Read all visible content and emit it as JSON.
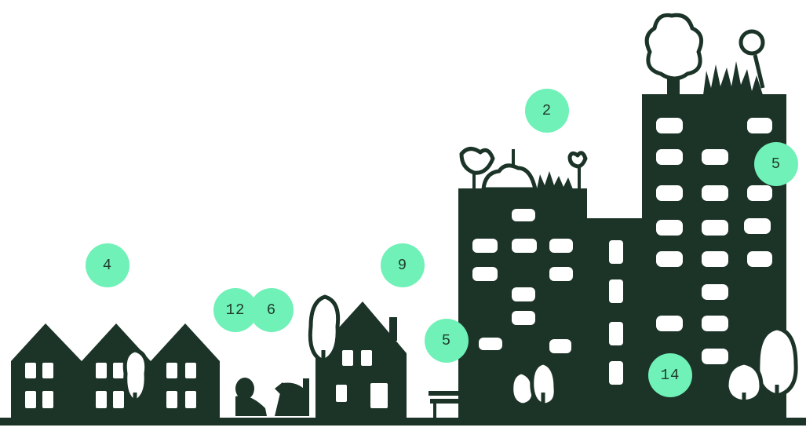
{
  "colors": {
    "ink": "#1c3428",
    "paper": "#ffffff",
    "marker": "#6ff1b7",
    "marker_text": "#1f3a2c"
  },
  "markers": {
    "houses": "4",
    "people_a": "12",
    "people_b": "6",
    "house_single": "9",
    "rooftop": "2",
    "tower_top": "5",
    "tower_base": "5",
    "trees": "14"
  }
}
